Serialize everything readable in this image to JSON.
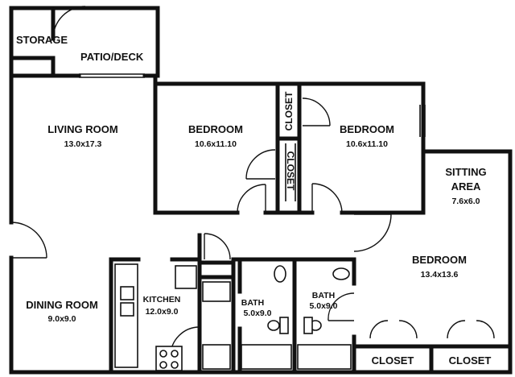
{
  "rooms": {
    "storage": {
      "name": "STORAGE"
    },
    "patio": {
      "name": "PATIO/DECK"
    },
    "living_room": {
      "name": "LIVING ROOM",
      "size": "13.0x17.3"
    },
    "bedroom_1": {
      "name": "BEDROOM",
      "size": "10.6x11.10"
    },
    "closet_1": {
      "name": "CLOSET"
    },
    "closet_2": {
      "name": "CLOSET"
    },
    "bedroom_2": {
      "name": "BEDROOM",
      "size": "10.6x11.10"
    },
    "sitting_area": {
      "name_line1": "SITTING",
      "name_line2": "AREA",
      "size": "7.6x6.0"
    },
    "bedroom_3": {
      "name": "BEDROOM",
      "size": "13.4x13.6"
    },
    "dining_room": {
      "name": "DINING ROOM",
      "size": "9.0x9.0"
    },
    "kitchen": {
      "name": "KITCHEN",
      "size": "12.0x9.0"
    },
    "bath_1": {
      "name": "BATH",
      "size": "5.0x9.0"
    },
    "bath_2": {
      "name": "BATH",
      "size": "5.0x9.0"
    },
    "closet_3": {
      "name": "CLOSET"
    },
    "closet_4": {
      "name": "CLOSET"
    }
  }
}
